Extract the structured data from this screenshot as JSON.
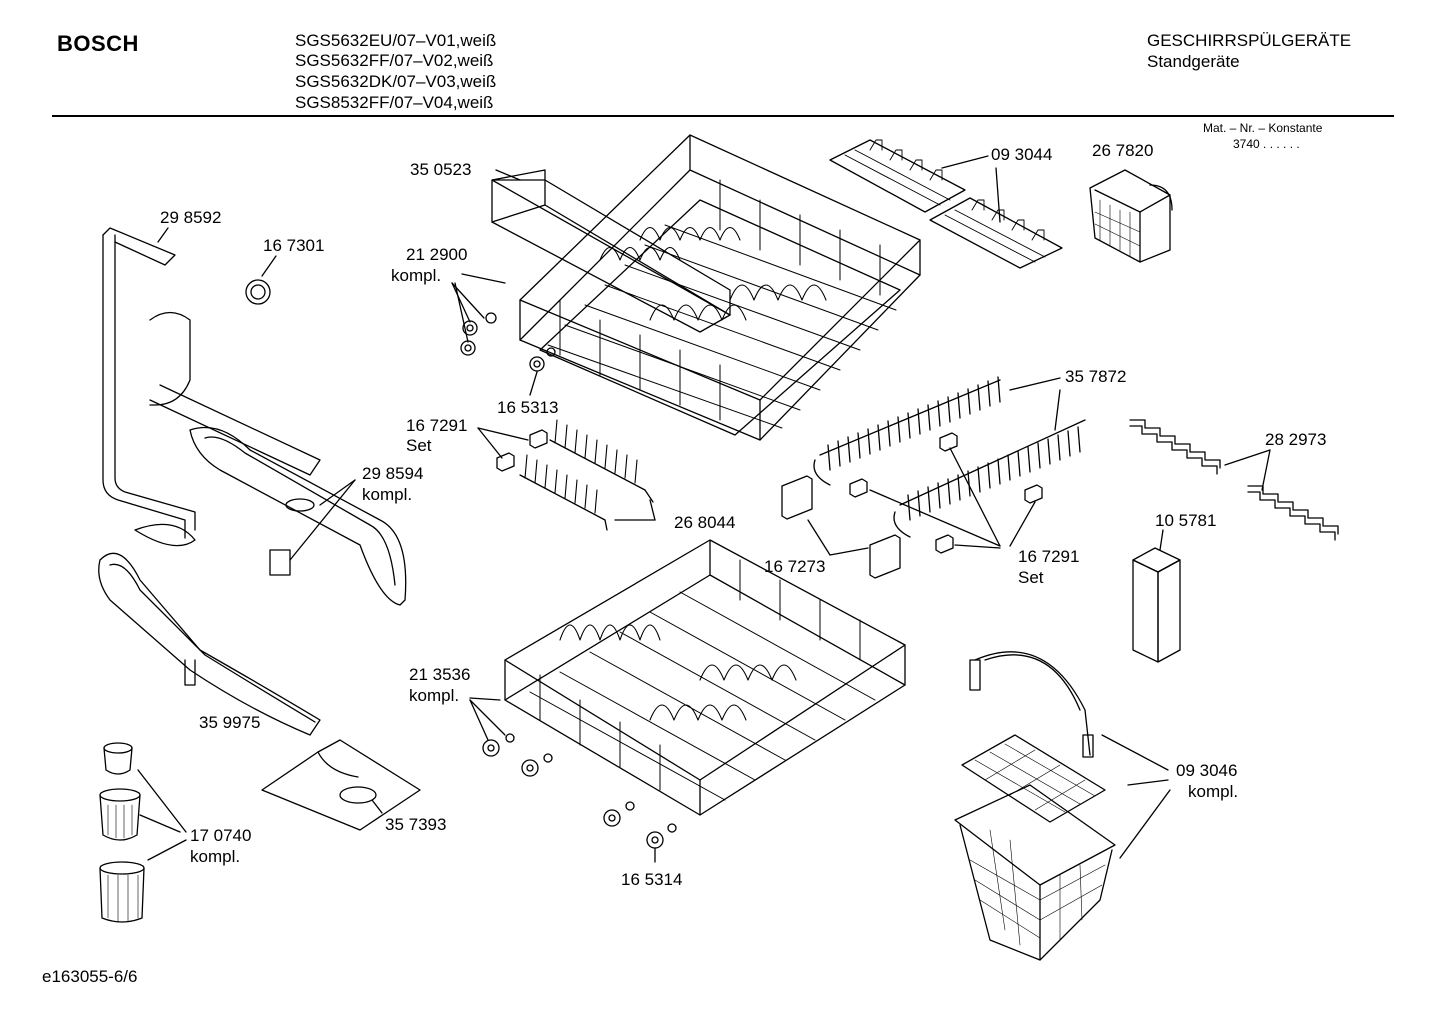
{
  "header": {
    "brand": "BOSCH",
    "models": [
      "SGS5632EU/07–V01,weiß",
      "SGS5632FF/07–V02,weiß",
      "SGS5632DK/07–V03,weiß",
      "SGS8532FF/07–V04,weiß"
    ],
    "category": "GESCHIRRSPÜLGERÄTE",
    "subcategory": "Standgeräte",
    "mat_label": "Mat. – Nr. – Konstante",
    "mat_value": "3740 . .  .  .  .  ."
  },
  "labels": {
    "p350523": "35 0523",
    "p093044": "09 3044",
    "p267820": "26 7820",
    "p298592": "29 8592",
    "p167301": "16 7301",
    "p212900": "21 2900",
    "kompl_a": "kompl.",
    "p165313": "16 5313",
    "p357872": "35 7872",
    "p167291a": "16 7291",
    "set_a": "Set",
    "p282973": "28 2973",
    "p298594": "29 8594",
    "kompl_b": "kompl.",
    "p268044": "26 8044",
    "p105781": "10 5781",
    "p167273": "16 7273",
    "p167291b": "16 7291",
    "set_b": "Set",
    "p213536": "21 3536",
    "kompl_c": "kompl.",
    "p359975": "35 9975",
    "p093046": "09 3046",
    "kompl_d": "kompl.",
    "p357393": "35 7393",
    "p170740": "17 0740",
    "kompl_e": "kompl.",
    "p165314": "16 5314"
  },
  "footer": {
    "code": "e163055-6/6"
  }
}
